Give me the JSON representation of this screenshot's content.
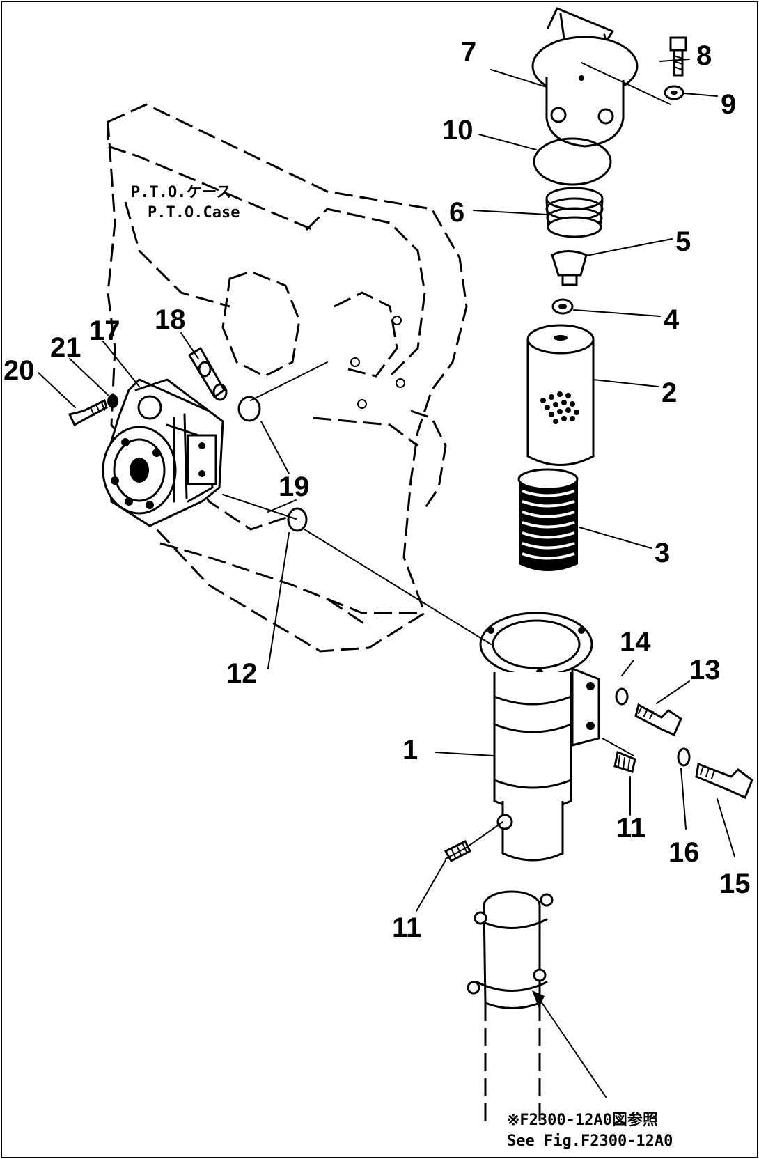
{
  "case_label": {
    "line1": "P.T.O.ケース",
    "line2": "P.T.O.Case"
  },
  "reference_note": {
    "line1": "※F2300-12A0図参照",
    "line2": "See Fig.F2300-12A0"
  },
  "part_numbers": [
    "1",
    "2",
    "3",
    "4",
    "5",
    "6",
    "7",
    "8",
    "9",
    "10",
    "11",
    "11",
    "12",
    "13",
    "14",
    "15",
    "16",
    "17",
    "18",
    "19",
    "20",
    "21"
  ]
}
